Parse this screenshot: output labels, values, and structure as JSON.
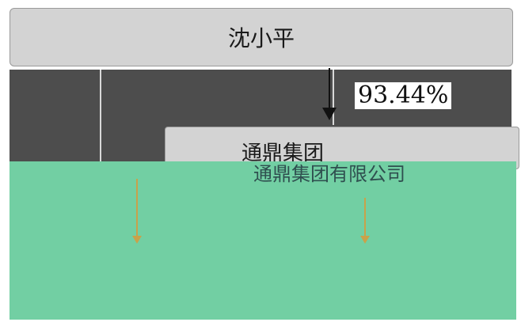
{
  "top_node": {
    "name": "沈小平"
  },
  "edge": {
    "percentage": "93.44%"
  },
  "middle_node": {
    "name": "通鼎集团"
  },
  "green_section": {
    "title": "通鼎集团有限公司",
    "left_label": "",
    "right_label": "",
    "bottom_label": ""
  },
  "colors": {
    "box_fill": "#d3d3d3",
    "dark_band": "#4d4d4d",
    "green": "#72cfa3",
    "arrow": "#111111"
  }
}
